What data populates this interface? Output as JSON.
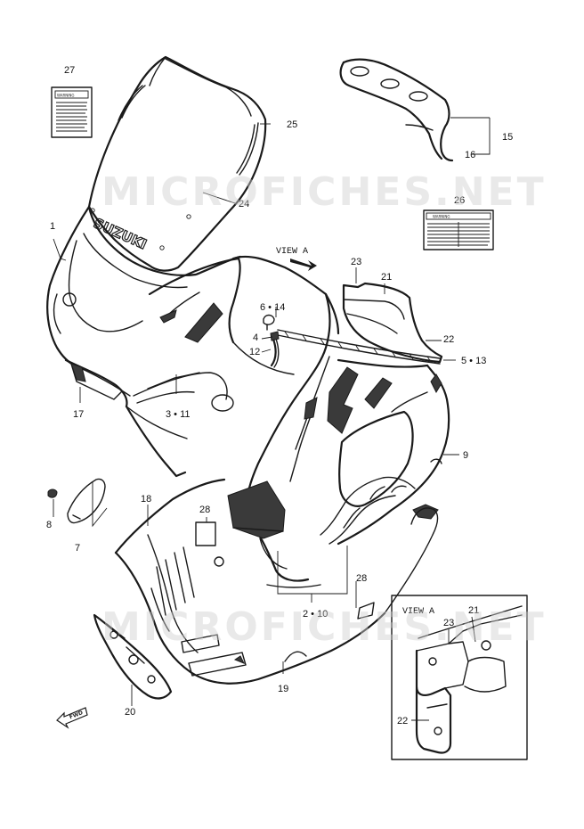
{
  "watermark": "MICROFICHES.NET",
  "brand_text": "SUZUKI",
  "view_label": "VIEW A",
  "inset_title": "VIEW A",
  "fwd_label": "FWD",
  "warning_label": "WARNING",
  "callouts": {
    "c1": "1",
    "c2_10": "2 • 10",
    "c3_11": "3 • 11",
    "c4": "4",
    "c5_13": "5 • 13",
    "c6_14": "6 • 14",
    "c7": "7",
    "c8": "8",
    "c9": "9",
    "c12": "12",
    "c15": "15",
    "c16": "16",
    "c17": "17",
    "c18": "18",
    "c19": "19",
    "c20": "20",
    "c21": "21",
    "c22": "22",
    "c23": "23",
    "c24": "24",
    "c25": "25",
    "c26": "26",
    "c27": "27",
    "c28a": "28",
    "c28b": "28",
    "inset21": "21",
    "inset22": "22",
    "inset23": "23"
  }
}
